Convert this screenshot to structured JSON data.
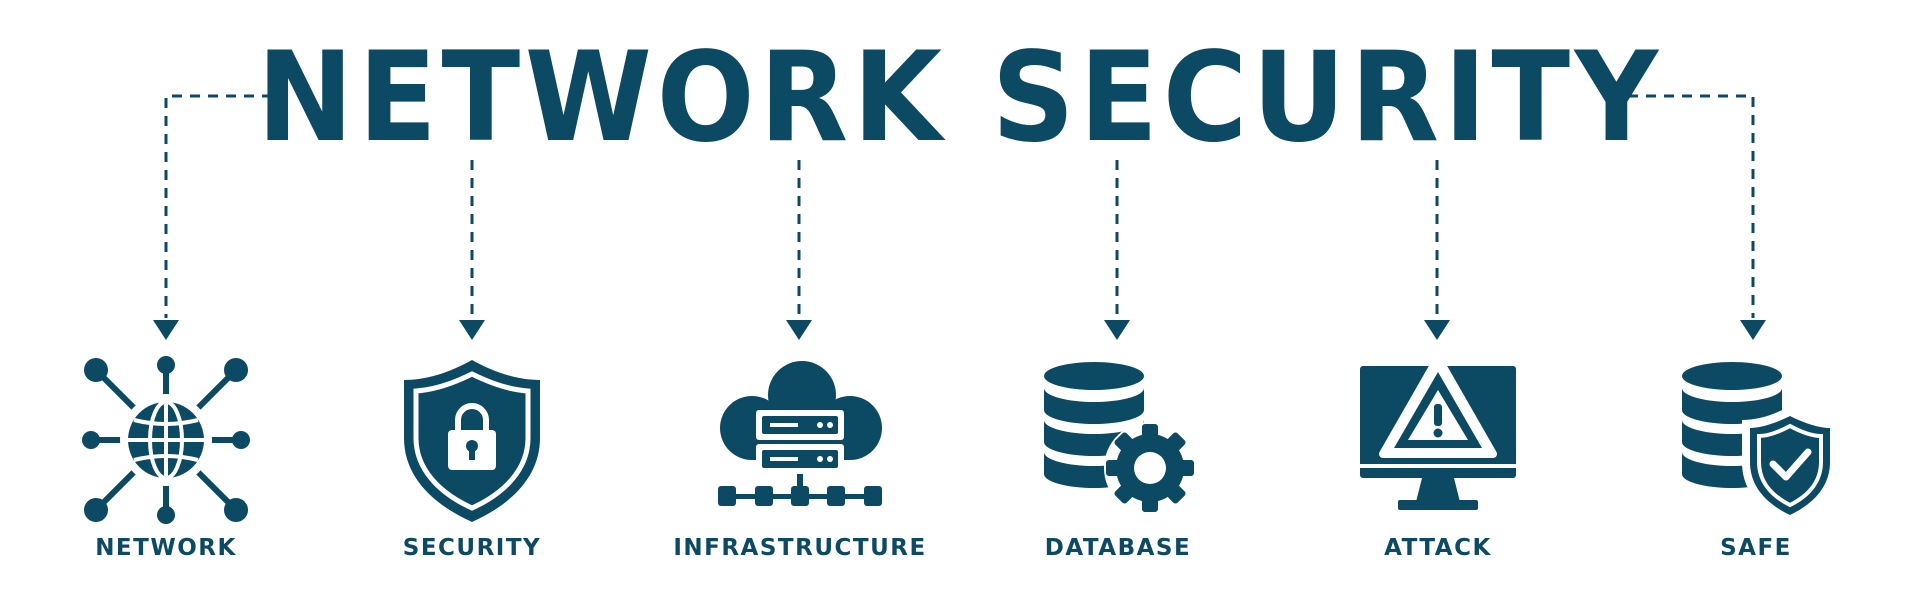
{
  "title": "NETWORK SECURITY",
  "colors": {
    "primary": "#0c4a63",
    "background": "#ffffff"
  },
  "items": [
    {
      "label": "NETWORK",
      "icon": "network-hub-icon"
    },
    {
      "label": "SECURITY",
      "icon": "shield-lock-icon"
    },
    {
      "label": "INFRASTRUCTURE",
      "icon": "cloud-server-icon"
    },
    {
      "label": "DATABASE",
      "icon": "database-gear-icon"
    },
    {
      "label": "ATTACK",
      "icon": "monitor-warning-icon"
    },
    {
      "label": "SAFE",
      "icon": "database-shield-icon"
    }
  ]
}
